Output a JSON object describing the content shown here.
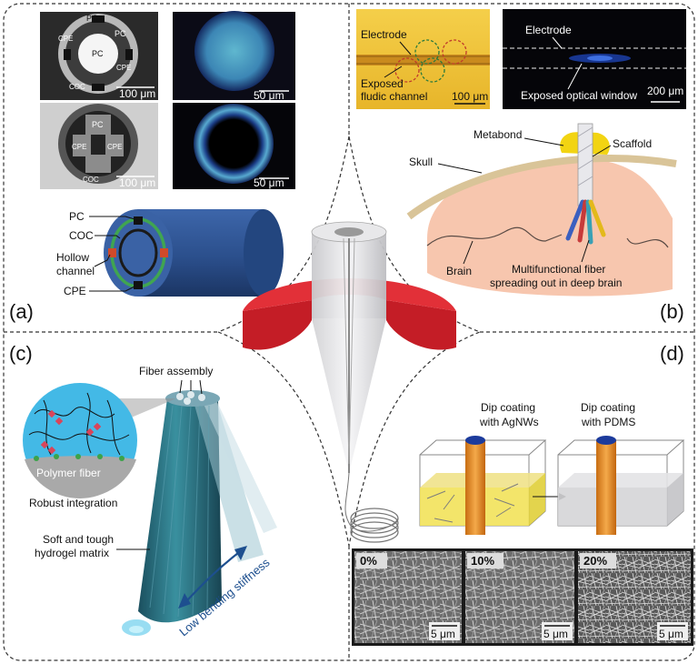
{
  "panels": {
    "a": {
      "label": "(a)",
      "micrographs": {
        "top_left": {
          "labels": [
            "PC",
            "PC",
            "PC",
            "CPE",
            "CPE",
            "COC"
          ],
          "scale": "100 μm"
        },
        "top_right": {
          "scale": "50 μm"
        },
        "bottom_left": {
          "labels": [
            "PC",
            "CPE",
            "CPE",
            "COC"
          ],
          "scale": "100 μm"
        },
        "bottom_right": {
          "scale": "50 μm"
        }
      },
      "fiber_labels": [
        "PC",
        "COC",
        "Hollow",
        "channel",
        "CPE"
      ]
    },
    "b": {
      "label": "(b)",
      "left_image": {
        "electrode": "Electrode",
        "exposed_line1": "Exposed",
        "exposed_line2": "fludic channel",
        "scale": "100 μm"
      },
      "right_image": {
        "electrode": "Electrode",
        "window": "Exposed optical window",
        "scale": "200 μm"
      },
      "schematic": {
        "metabond": "Metabond",
        "scaffold": "Scaffold",
        "skull": "Skull",
        "brain": "Brain",
        "fiber_line1": "Multifunctional fiber",
        "fiber_line2": "spreading out in deep brain"
      }
    },
    "c": {
      "label": "(c)",
      "fiber_assembly": "Fiber assembly",
      "polymer_fiber": "Polymer fiber",
      "robust": "Robust integration",
      "hydrogel_line1": "Soft and tough",
      "hydrogel_line2": "hydrogel matrix",
      "bending": "Low bending stiffness"
    },
    "d": {
      "label": "(d)",
      "dip1_line1": "Dip coating",
      "dip1_line2": "with AgNWs",
      "dip2_line1": "Dip coating",
      "dip2_line2": "with PDMS",
      "sem": [
        {
          "label": "0%",
          "scale": "5 μm"
        },
        {
          "label": "10%",
          "scale": "5 μm"
        },
        {
          "label": "20%",
          "scale": "5 μm"
        }
      ]
    }
  },
  "colors": {
    "cladding_blue": "#2f5596",
    "skull": "#d6c39a",
    "brain": "#f6c5ae",
    "heater_red": "#d9232d",
    "gold": "#f3c31d",
    "hydrogel": "#2d7f8f",
    "orange_rod": "#e7912a"
  }
}
